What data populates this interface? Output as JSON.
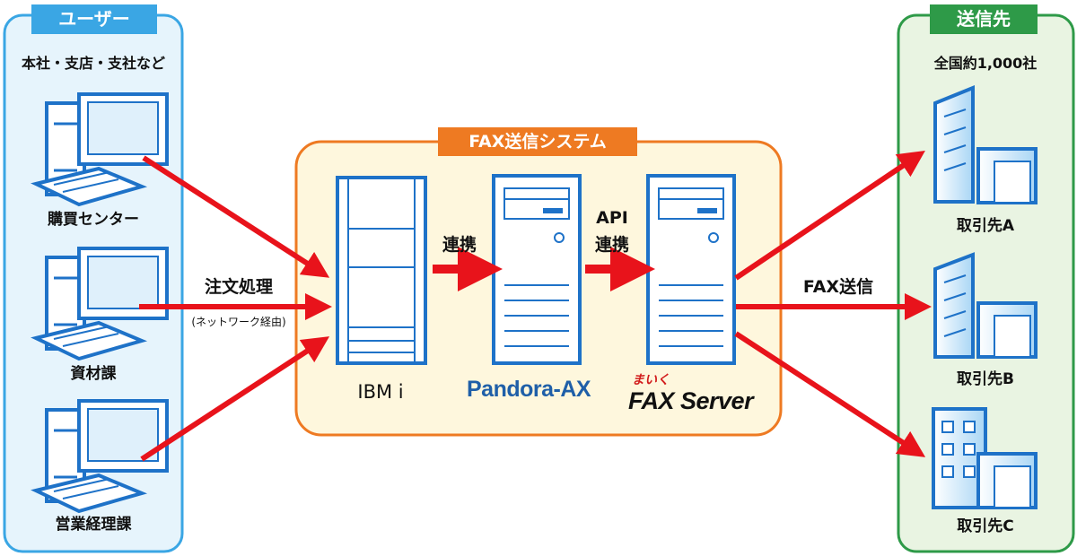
{
  "user_panel": {
    "title": "ユーザー",
    "subtitle": "本社・支店・支社など",
    "terminals": [
      "購買センター",
      "資材課",
      "営業経理課"
    ]
  },
  "center_panel": {
    "title": "FAX送信システム",
    "servers": {
      "ibm": "IBM i",
      "pandora": "Pandora-AX",
      "faxserver_mark": "まいく",
      "faxserver": "FAX Server"
    }
  },
  "dest_panel": {
    "title": "送信先",
    "subtitle": "全国約1,000社",
    "companies": [
      "取引先A",
      "取引先B",
      "取引先C"
    ]
  },
  "flows": {
    "order_label": "注文処理",
    "order_sub": "(ネットワーク経由)",
    "link1": "連携",
    "link2_line1": "API",
    "link2_line2": "連携",
    "fax_send": "FAX送信"
  },
  "colors": {
    "user_border": "#3aa6e4",
    "user_fill": "#e6f4fc",
    "center_border": "#ee7a22",
    "center_fill": "#fef7dd",
    "dest_border": "#2e9a48",
    "dest_fill": "#e9f4e2",
    "arrow": "#e8131b",
    "device_blue": "#1e72c8"
  }
}
